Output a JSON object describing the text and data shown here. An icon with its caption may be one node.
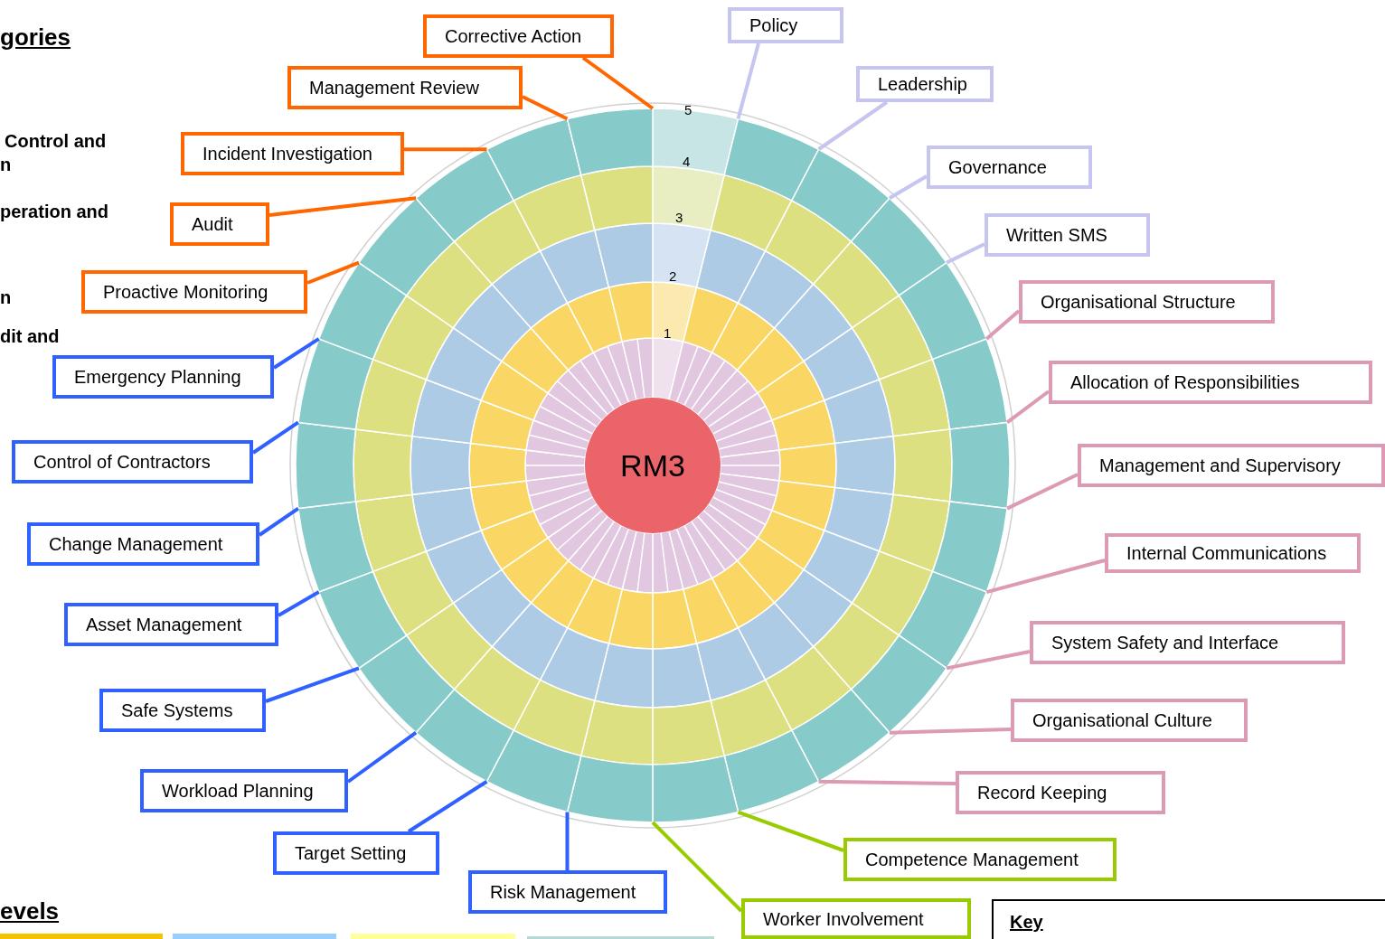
{
  "diagram": {
    "nodes": [
      {
        "text": [
          "Corrective Action"
        ]
      },
      {
        "text": [
          "Management Review"
        ]
      },
      {
        "text": [
          "Incident Investigation"
        ]
      },
      {
        "text": [
          "Audit"
        ]
      },
      {
        "text": [
          "Proactive Monitoring"
        ]
      },
      {
        "text": [
          "Emergency Planning"
        ]
      },
      {
        "text": [
          "Control of Contractors"
        ]
      },
      {
        "text": [
          "Change Management"
        ]
      },
      {
        "text": [
          "Asset Management"
        ]
      },
      {
        "text": [
          "Safe Systems"
        ]
      },
      {
        "text": [
          "Workload Planning"
        ]
      },
      {
        "text": [
          "Target Setting"
        ]
      },
      {
        "text": [
          "Risk Management"
        ]
      },
      {
        "text": [
          "Worker Involvement"
        ]
      },
      {
        "text": [
          "Competence Management"
        ]
      },
      {
        "text": [
          "Record Keeping"
        ]
      },
      {
        "text": [
          "Organisational Culture"
        ]
      },
      {
        "text": [
          "System Safety and Interface"
        ]
      },
      {
        "text": [
          "Internal Communications"
        ]
      },
      {
        "text": [
          "Management and Supervisory"
        ]
      },
      {
        "text": [
          "Allocation of Responsibilities"
        ]
      },
      {
        "text": [
          "Organisational Structure"
        ]
      },
      {
        "text": [
          "Written SMS"
        ]
      },
      {
        "text": [
          "Governance"
        ]
      },
      {
        "text": [
          "Leadership"
        ]
      },
      {
        "text": [
          "Policy"
        ]
      },
      {
        "text": [
          "RM3"
        ]
      },
      {
        "text": [
          "Key"
        ]
      }
    ],
    "edges": [
      {
        "from": 0,
        "to": null,
        "arrow": "none",
        "color": "#ff6600"
      },
      {
        "from": 1,
        "to": null,
        "arrow": "none",
        "color": "#ff6600"
      },
      {
        "from": 2,
        "to": null,
        "arrow": "none",
        "color": "#ff6600"
      },
      {
        "from": 3,
        "to": null,
        "arrow": "none",
        "color": "#ff6600"
      },
      {
        "from": 4,
        "to": null,
        "arrow": "none",
        "color": "#ff6600"
      },
      {
        "from": 5,
        "to": null,
        "arrow": "none"
      },
      {
        "from": 6,
        "to": null,
        "arrow": "none"
      },
      {
        "from": 7,
        "to": null,
        "arrow": "none"
      },
      {
        "from": 8,
        "to": null,
        "arrow": "none"
      },
      {
        "from": 9,
        "to": null,
        "arrow": "none"
      },
      {
        "from": 10,
        "to": null,
        "arrow": "none"
      },
      {
        "from": 11,
        "to": null,
        "arrow": "none"
      },
      {
        "from": 12,
        "to": null,
        "arrow": "none"
      },
      {
        "from": 13,
        "to": null,
        "arrow": "none",
        "color": "#99cc00"
      },
      {
        "from": 14,
        "to": null,
        "arrow": "none",
        "color": "#99cc00"
      },
      {
        "from": 15,
        "to": null,
        "arrow": "none",
        "color": "#dd9ab5"
      },
      {
        "from": 16,
        "to": null,
        "arrow": "none",
        "color": "#dd9ab5"
      },
      {
        "from": 17,
        "to": null,
        "arrow": "none",
        "color": "#dd9ab5"
      },
      {
        "from": 18,
        "to": null,
        "arrow": "none",
        "color": "#dd9ab5"
      },
      {
        "from": 19,
        "to": null,
        "arrow": "none",
        "color": "#dd9ab5"
      },
      {
        "from": 20,
        "to": null,
        "arrow": "none",
        "color": "#dd9ab5"
      },
      {
        "from": 21,
        "to": null,
        "arrow": "none",
        "color": "#dd9ab5"
      },
      {
        "from": 22,
        "to": null,
        "arrow": "none",
        "color": "#c5c5f0"
      },
      {
        "from": 23,
        "to": null,
        "arrow": "none",
        "color": "#c5c5f0"
      },
      {
        "from": 24,
        "to": null,
        "arrow": "none",
        "color": "#c5c5f0"
      },
      {
        "from": 25,
        "to": null,
        "arrow": "none",
        "color": "#c5c5f0"
      }
    ],
    "labels": [
      "gories",
      "Control and",
      "n",
      "peration and",
      "n",
      "dit and",
      "5",
      "4",
      "3",
      "2",
      "1",
      "evels"
    ]
  }
}
